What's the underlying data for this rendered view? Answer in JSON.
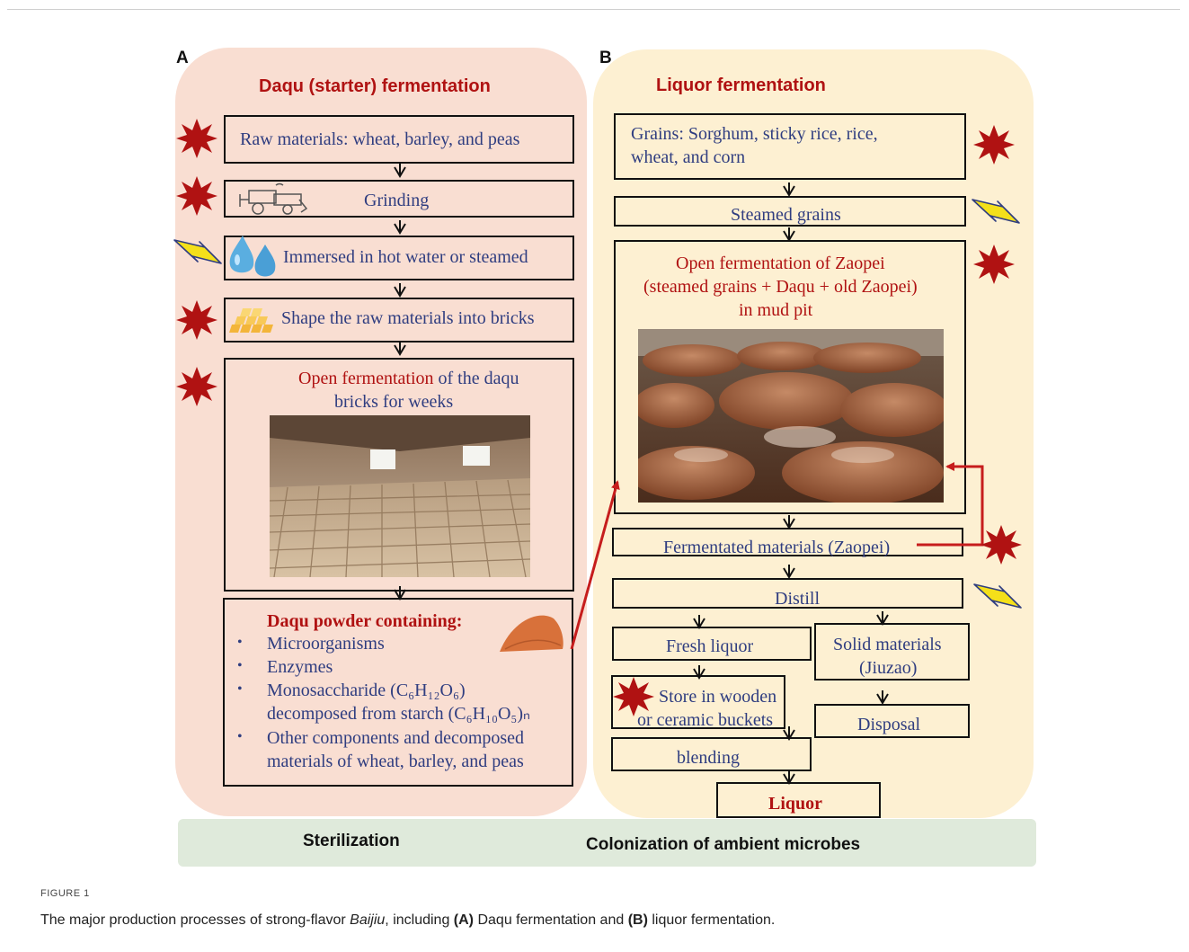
{
  "panel_a": {
    "letter": "A",
    "title": "Daqu (starter) fermentation",
    "steps": {
      "raw": "Raw materials: wheat, barley, and peas",
      "grinding": "Grinding",
      "immersed": "Immersed in hot water or steamed",
      "shape": "Shape the raw materials into bricks",
      "open_red": "Open fermentation",
      "open_rest1": " of the daqu",
      "open_rest2": "bricks for weeks"
    },
    "powder": {
      "heading": "Daqu powder containing:",
      "item1": "Microorganisms",
      "item2": "Enzymes",
      "item3_line1": "Monosaccharide (C₆H₁₂O₆)",
      "item3_line2": "decomposed from starch (C₆H₁₀O₅)ₙ",
      "item4_line1": "Other components  and decomposed",
      "item4_line2": "materials of wheat, barley, and peas"
    }
  },
  "panel_b": {
    "letter": "B",
    "title": "Liquor fermentation",
    "steps": {
      "grains_line1": "Grains: Sorghum, sticky rice, rice,",
      "grains_line2": "wheat, and corn",
      "steamed": "Steamed grains",
      "open_line1": "Open fermentation of Zaopei",
      "open_line2": "(steamed grains + Daqu + old Zaopei)",
      "open_line3": "in mud pit",
      "fermented": "Fermentated materials (Zaopei)",
      "distill": "Distill",
      "fresh": "Fresh liquor",
      "solid_line1": "Solid materials",
      "solid_line2": "(Jiuzao)",
      "store_line1": "Store in wooden",
      "store_line2": "or ceramic buckets",
      "disposal": "Disposal",
      "blending": "blending",
      "liquor": "Liquor"
    }
  },
  "legend": {
    "sterilization": "Sterilization",
    "colonization": "Colonization of ambient microbes"
  },
  "caption": {
    "label": "FIGURE 1",
    "text_pre": "The major production processes of strong-flavor ",
    "text_em": "Baijiu",
    "text_mid1": ", including ",
    "text_a": "(A)",
    "text_mid2": " Daqu fermentation and ",
    "text_b": "(B)",
    "text_post": " liquor fermentation."
  },
  "colors": {
    "panel_a_bg": "#f9ded2",
    "panel_b_bg": "#fdf0d2",
    "legend_bg": "#dfeadb",
    "title_red": "#b01212",
    "step_blue": "#2f3d80",
    "star_red": "#b01212",
    "bolt_yellow": "#f4e01a"
  },
  "icons": [
    "star-icon",
    "lightning-icon",
    "tractor-icon",
    "water-drops-icon",
    "gold-bricks-icon",
    "powder-pile-icon"
  ]
}
